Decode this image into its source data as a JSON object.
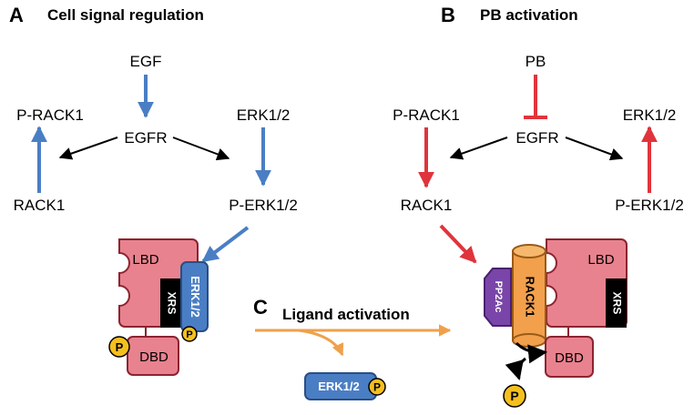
{
  "panels": {
    "a": {
      "letter": "A",
      "title": "Cell signal regulation"
    },
    "b": {
      "letter": "B",
      "title": "PB activation"
    },
    "c": {
      "letter": "C",
      "title": "Ligand activation"
    }
  },
  "nodes": {
    "egf": "EGF",
    "egfr": "EGFR",
    "p_rack1": "P-RACK1",
    "rack1": "RACK1",
    "erk12": "ERK1/2",
    "p_erk12": "P-ERK1/2",
    "pb": "PB"
  },
  "receptor": {
    "lbd": "LBD",
    "dbd": "DBD",
    "xrs": "XRS",
    "erk_box": "ERK1/2",
    "rack1_cyl": "RACK1",
    "pp2ac": "PP2Ac",
    "phospho": "P"
  },
  "colors": {
    "blue": "#4a7ec4",
    "red": "#e0343c",
    "orange": "#f0a04a",
    "receptor_pink": "#e8828e",
    "receptor_outline": "#8c2430",
    "phospho_yellow": "#f5c01e",
    "pp2ac_purple": "#7a45a8",
    "rack1_orange": "#f2a04c"
  }
}
